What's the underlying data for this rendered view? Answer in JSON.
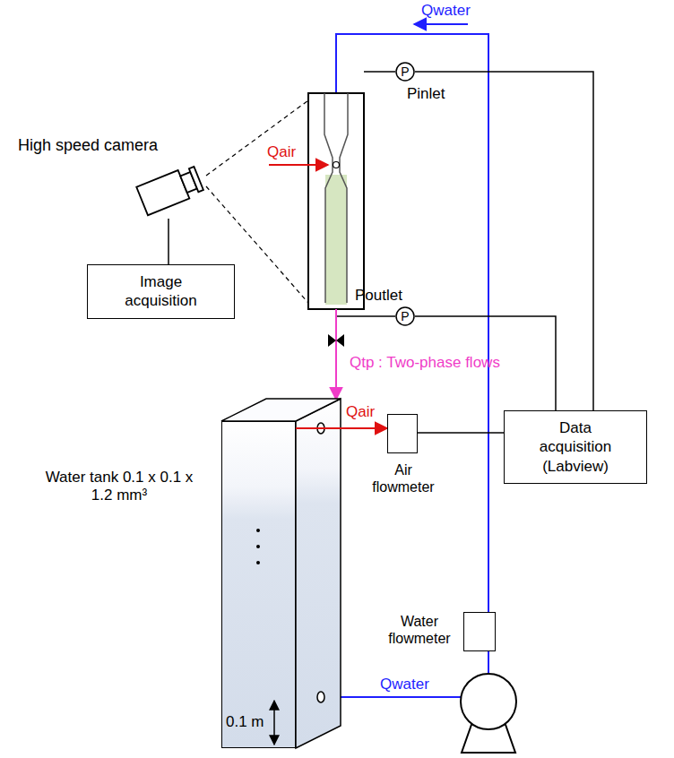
{
  "diagram": {
    "nodes": [
      {
        "text": [
          "P"
        ]
      },
      {
        "text": [
          "High speed camera"
        ]
      },
      {
        "text": [
          "Image acquisition"
        ]
      },
      {
        "text": [
          "P"
        ]
      },
      {
        "text": [
          "Water tank 0.1 x 0.1 x 1.2 mm³"
        ]
      },
      {
        "text": [
          "Air flowmeter"
        ]
      },
      {
        "text": [
          "Data acquisition (Labview)"
        ]
      },
      {
        "text": [
          "Water flowmeter"
        ]
      }
    ],
    "edges": [
      {
        "from": 1,
        "to": 2,
        "arrow": "none"
      },
      {
        "from": 0,
        "to": 6,
        "arrow": "none"
      },
      {
        "from": 3,
        "to": 6,
        "arrow": "none"
      },
      {
        "from": 5,
        "to": 6,
        "arrow": "none"
      },
      {
        "from": 4,
        "to": 5,
        "arrow": "to",
        "label": "Qair"
      }
    ],
    "labels": [
      "Qwater",
      "Pinlet",
      "Qair",
      "Poutlet",
      "Qtp : Two-phase flows",
      "Qwater",
      "0.1 m"
    ]
  }
}
